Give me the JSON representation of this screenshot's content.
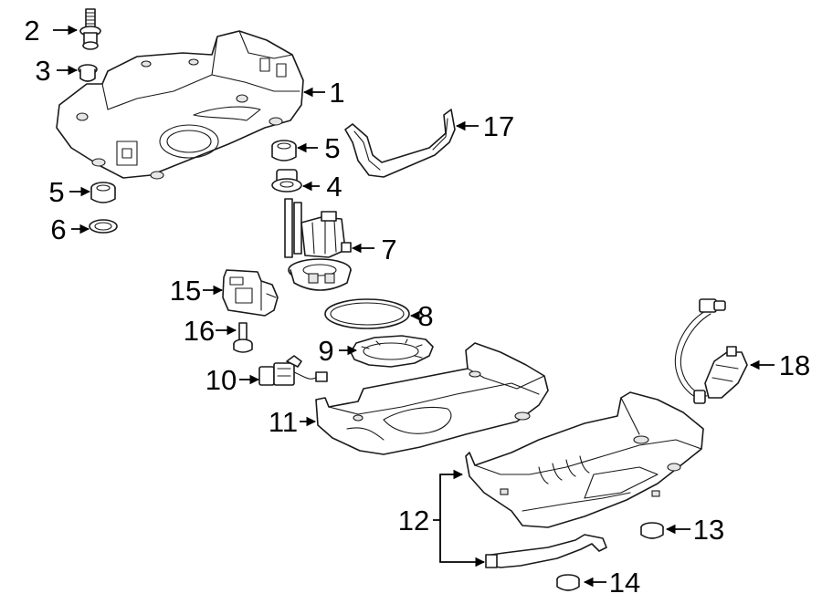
{
  "callouts": {
    "c1": "1",
    "c2": "2",
    "c3": "3",
    "c4": "4",
    "c5a": "5",
    "c5b": "5",
    "c6": "6",
    "c7": "7",
    "c8": "8",
    "c9": "9",
    "c10": "10",
    "c11": "11",
    "c12": "12",
    "c13": "13",
    "c14": "14",
    "c15": "15",
    "c16": "16",
    "c17": "17",
    "c18": "18"
  },
  "colors": {
    "line": "#1a1a1a",
    "fill": "#ffffff",
    "shade": "#e6e6e6"
  }
}
